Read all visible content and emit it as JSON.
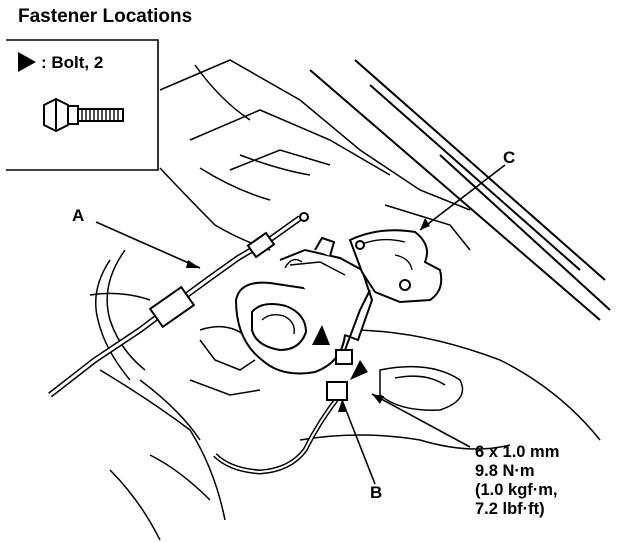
{
  "title": "Fastener Locations",
  "legend": {
    "symbol": "bolt-arrow-icon",
    "text": ": Bolt, 2"
  },
  "callouts": {
    "a": "A",
    "b": "B",
    "c": "C"
  },
  "spec": {
    "line1": "6 x 1.0 mm",
    "line2": "9.8 N·m",
    "line3": "(1.0 kgf·m,",
    "line4": "7.2 lbf·ft)"
  }
}
